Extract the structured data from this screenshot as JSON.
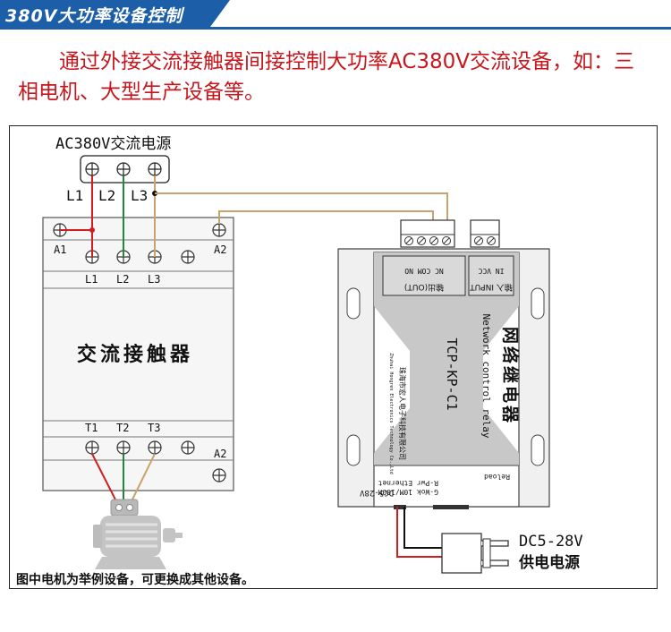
{
  "header": {
    "title": "380V大功率设备控制"
  },
  "intro_text": "通过外接交流接触器间接控制大功率AC380V交流设备，如：三相电机、大型生产设备等。",
  "power_source": {
    "label": "AC380V交流电源",
    "lines": [
      "L1",
      "L2",
      "L3"
    ]
  },
  "contactor": {
    "title": "交流接触器",
    "coil_labels": [
      "A1",
      "A2"
    ],
    "input_labels": [
      "L1",
      "L2",
      "L3"
    ],
    "output_labels": [
      "T1",
      "T2",
      "T3"
    ],
    "bottom_coil_label": "A2"
  },
  "relay": {
    "title_cn": "网络继电器",
    "title_en": "Network control relay",
    "model": "TCP-KP-C1",
    "out_terminals": "NC COM NO",
    "out_label": "输出(OUT)",
    "in_terminals": "IN VCC",
    "in_label": "输入 INPUT",
    "port_power": "DC5-28V",
    "port_eth": "R-Pwr Ethernet",
    "port_eth2": "G-Wok 10M/100M",
    "reload": "Reload",
    "company_cn": "珠海市宏人电子科技有限公司",
    "company_en": "Zhuhai Hongren Electronics Technology Co.,Ltd"
  },
  "supply": {
    "line1": "DC5-28V",
    "line2": "供电电源"
  },
  "footnote": "图中电机为举例设备，可更换成其他设备。",
  "colors": {
    "header_blue": "#1c5fa8",
    "intro_red": "#c8161d",
    "wire_red": "#d11d1d",
    "wire_green": "#1e8a3c",
    "wire_tan": "#c9a36b",
    "wire_black": "#111111",
    "device_fill": "#f5f5f5",
    "relay_top": "#c8c8c8"
  }
}
